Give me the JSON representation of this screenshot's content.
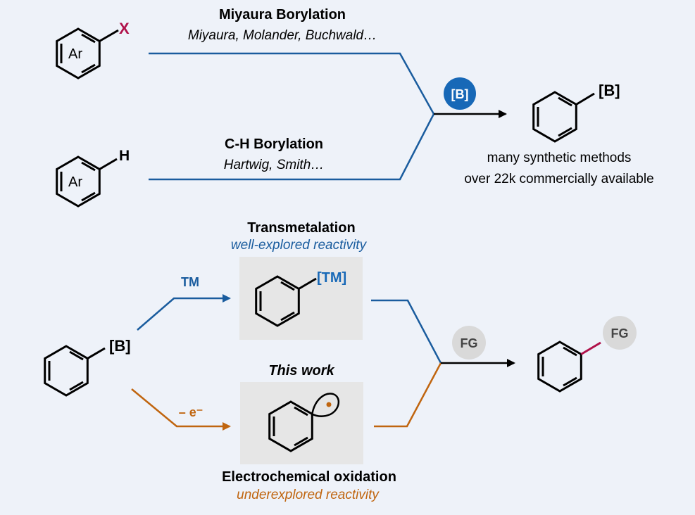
{
  "colors": {
    "background": "#eef2f9",
    "blue": "#1a5c9e",
    "badge_blue": "#1768b7",
    "orange": "#c0650f",
    "crimson": "#b0124a",
    "gray_box": "#e6e6e6",
    "gray_circle": "#d9d9d9"
  },
  "top": {
    "aryl_halide": {
      "ring_label": "Ar",
      "substituent": "X"
    },
    "arene": {
      "ring_label": "Ar",
      "substituent": "H"
    },
    "miyaura": {
      "title": "Miyaura Borylation",
      "authors": "Miyaura, Molander, Buchwald…"
    },
    "ch": {
      "title": "C-H Borylation",
      "authors": "Hartwig, Smith…"
    },
    "reagent_badge": "[B]",
    "product": {
      "substituent": "[B]"
    },
    "notes": [
      "many synthetic methods",
      "over 22k commercially available"
    ]
  },
  "bottom": {
    "start": {
      "substituent": "[B]"
    },
    "tm_label": "TM",
    "transmetalation": {
      "title": "Transmetalation",
      "subtitle": "well-explored reactivity"
    },
    "tm_product": {
      "substituent": "[TM]"
    },
    "ox_label": "– e⁻",
    "this_work": "This work",
    "electrochem": {
      "title": "Electrochemical oxidation",
      "subtitle": "underexplored reactivity"
    },
    "fg_badge": "FG",
    "product": {
      "substituent": "FG"
    }
  }
}
